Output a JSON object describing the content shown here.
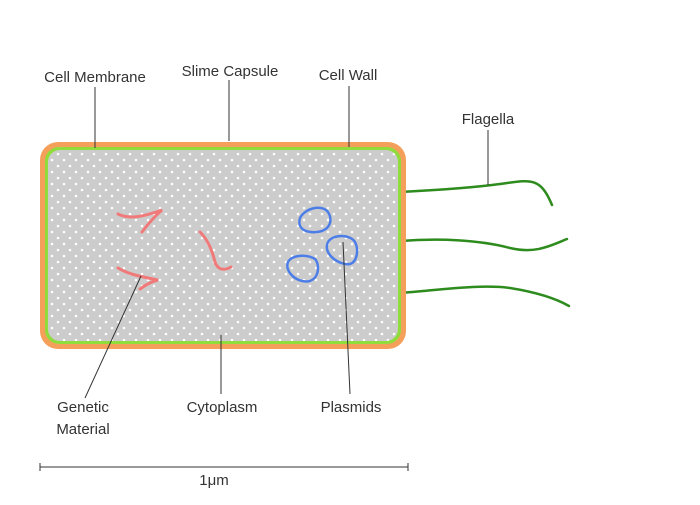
{
  "labels": {
    "cell_membrane": "Cell Membrane",
    "slime_capsule": "Slime Capsule",
    "cell_wall": "Cell Wall",
    "flagella": "Flagella",
    "genetic_material_line1": "Genetic",
    "genetic_material_line2": "Material",
    "cytoplasm": "Cytoplasm",
    "plasmids": "Plasmids"
  },
  "scale_bar": {
    "label": "1μm"
  },
  "colors": {
    "capsule": "#f4a05a",
    "membrane": "#8fdc3c",
    "cytoplasm": "#cccccc",
    "cytoplasm_dots": "#ffffff",
    "genetic_material": "#f07a7a",
    "plasmids": "#4d7ee8",
    "flagella": "#2e8b1e",
    "leader_lines": "#333333"
  }
}
